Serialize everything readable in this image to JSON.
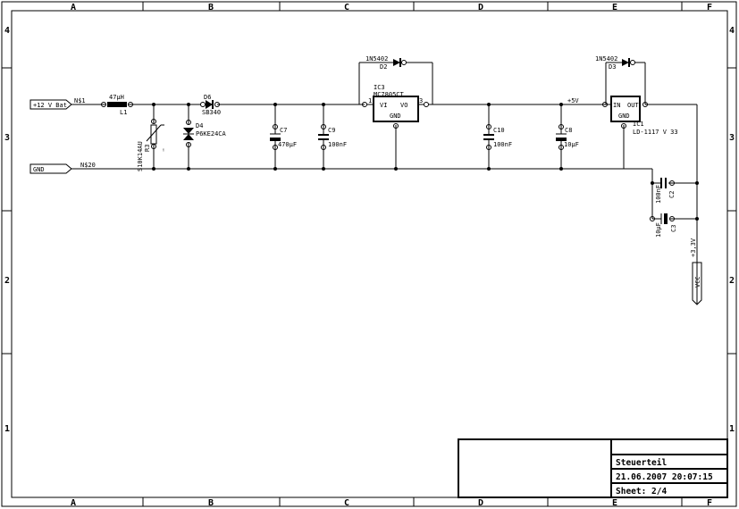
{
  "frame": {
    "col_labels": [
      "A",
      "B",
      "C",
      "D",
      "E",
      "F"
    ],
    "row_labels": [
      "4",
      "3",
      "2",
      "1"
    ]
  },
  "title_block": {
    "title": "Steuerteil",
    "datetime": "21.06.2007  20:07:15",
    "sheet": "Sheet: 2/4"
  },
  "nets": {
    "v12_port": "+12 V Bat",
    "v12_net": "N$1",
    "gnd_port": "GND",
    "gnd_net": "N$20",
    "v5": "+5V",
    "v33": "+3,3V",
    "vcc_port": "VCC"
  },
  "components": {
    "L1": {
      "name": "L1",
      "value": "47µH"
    },
    "R3": {
      "name": "R3",
      "value": "S10K14AU"
    },
    "D4": {
      "name": "D4",
      "value": "P6KE24CA"
    },
    "D6": {
      "name": "D6",
      "value": "SB340"
    },
    "C7": {
      "name": "C7",
      "value": "470µF"
    },
    "C9": {
      "name": "C9",
      "value": "100nF"
    },
    "IC3": {
      "name": "IC3",
      "value": "MC7805CT",
      "pin_in": "VI",
      "pin_out": "VO",
      "pin_gnd": "GND",
      "pin1": "1",
      "pin3": "3"
    },
    "D2": {
      "name": "D2",
      "value": "1N5402"
    },
    "C10": {
      "name": "C10",
      "value": "100nF"
    },
    "C8": {
      "name": "C8",
      "value": "10µF"
    },
    "IC1": {
      "name": "IC1",
      "value": "LD-1117 V 33",
      "pin_in": "IN",
      "pin_out": "OUT",
      "pin_gnd": "GND"
    },
    "D3": {
      "name": "D3",
      "value": "1N5402"
    },
    "C2": {
      "name": "C2",
      "value": "100nF"
    },
    "C3": {
      "name": "C3",
      "value": "10µF"
    }
  }
}
